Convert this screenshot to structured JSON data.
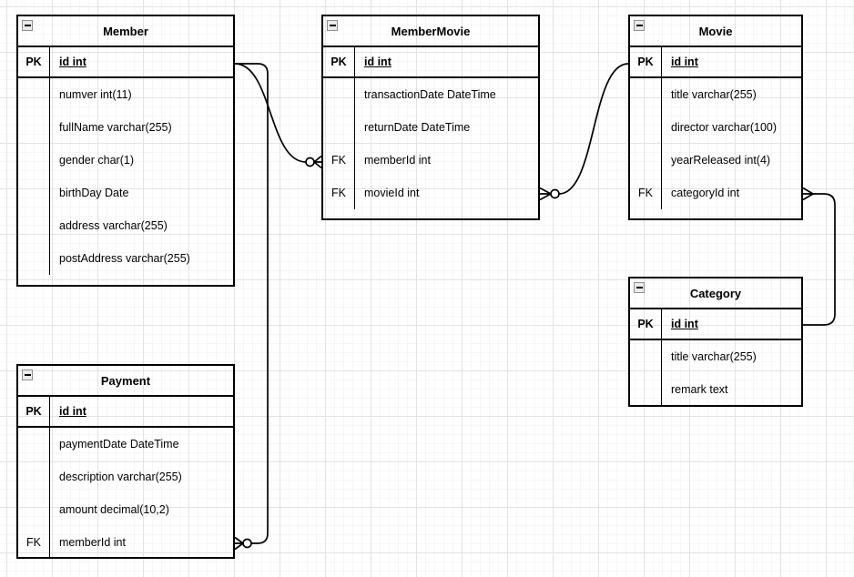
{
  "entities": [
    {
      "name": "Member",
      "rows": [
        {
          "key": "PK",
          "label": "id int"
        },
        {
          "key": "",
          "label": "numver int(11)"
        },
        {
          "key": "",
          "label": "fullName varchar(255)"
        },
        {
          "key": "",
          "label": "gender char(1)"
        },
        {
          "key": "",
          "label": "birthDay Date"
        },
        {
          "key": "",
          "label": "address varchar(255)"
        },
        {
          "key": "",
          "label": "postAddress varchar(255)"
        }
      ]
    },
    {
      "name": "MemberMovie",
      "rows": [
        {
          "key": "PK",
          "label": "id int"
        },
        {
          "key": "",
          "label": "transactionDate DateTime"
        },
        {
          "key": "",
          "label": "returnDate DateTime"
        },
        {
          "key": "FK",
          "label": "memberId int"
        },
        {
          "key": "FK",
          "label": "movieId int"
        }
      ]
    },
    {
      "name": "Movie",
      "rows": [
        {
          "key": "PK",
          "label": "id int"
        },
        {
          "key": "",
          "label": "title varchar(255)"
        },
        {
          "key": "",
          "label": "director varchar(100)"
        },
        {
          "key": "",
          "label": "yearReleased int(4)"
        },
        {
          "key": "FK",
          "label": "categoryId int"
        }
      ]
    },
    {
      "name": "Category",
      "rows": [
        {
          "key": "PK",
          "label": "id int"
        },
        {
          "key": "",
          "label": "title varchar(255)"
        },
        {
          "key": "",
          "label": "remark text"
        }
      ]
    },
    {
      "name": "Payment",
      "rows": [
        {
          "key": "PK",
          "label": "id int"
        },
        {
          "key": "",
          "label": "paymentDate DateTime"
        },
        {
          "key": "",
          "label": "description varchar(255)"
        },
        {
          "key": "",
          "label": "amount decimal(10,2)"
        },
        {
          "key": "FK",
          "label": "memberId int"
        }
      ]
    }
  ],
  "relationships": [
    {
      "from": "Member.id",
      "to": "MemberMovie.memberId",
      "from_cardinality": "one",
      "to_cardinality": "zero-or-many"
    },
    {
      "from": "Movie.id",
      "to": "MemberMovie.movieId",
      "from_cardinality": "one",
      "to_cardinality": "zero-or-many"
    },
    {
      "from": "Member.id",
      "to": "Payment.memberId",
      "from_cardinality": "one",
      "to_cardinality": "zero-or-many"
    },
    {
      "from": "Category.id",
      "to": "Movie.categoryId",
      "from_cardinality": "one",
      "to_cardinality": "many"
    }
  ],
  "colors": {
    "line": "#000000",
    "table_border": "#000000",
    "grid_minor": "#f6f6f6",
    "grid_major": "#e3e3e3",
    "collapse_icon_bg": "#ebebeb"
  }
}
